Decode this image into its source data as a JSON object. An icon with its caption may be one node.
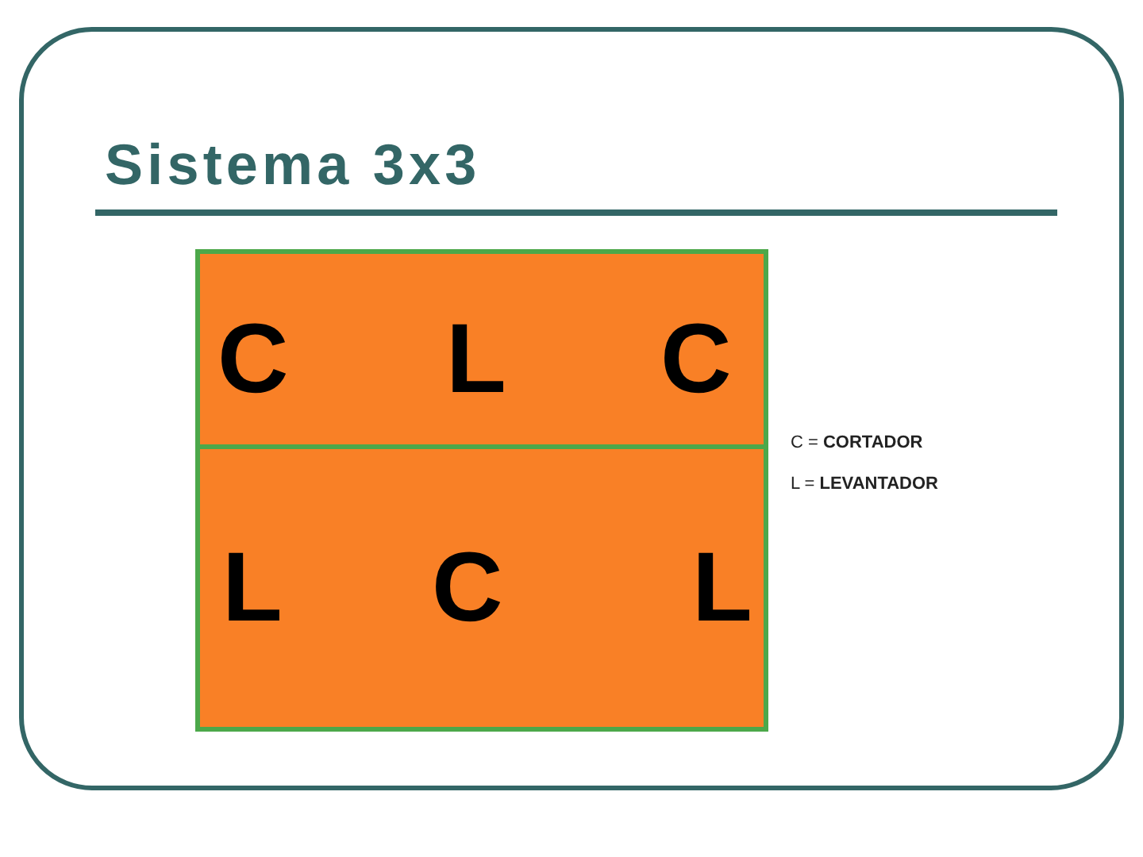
{
  "diagram": {
    "title": "Sistema 3x3",
    "nodes": [
      {
        "text": [
          "C",
          "L",
          "C"
        ]
      },
      {
        "text": [
          "L",
          "C",
          "L"
        ]
      }
    ],
    "labels": [
      "C = **CORTADOR**",
      "L = **LEVANTADOR**"
    ]
  }
}
